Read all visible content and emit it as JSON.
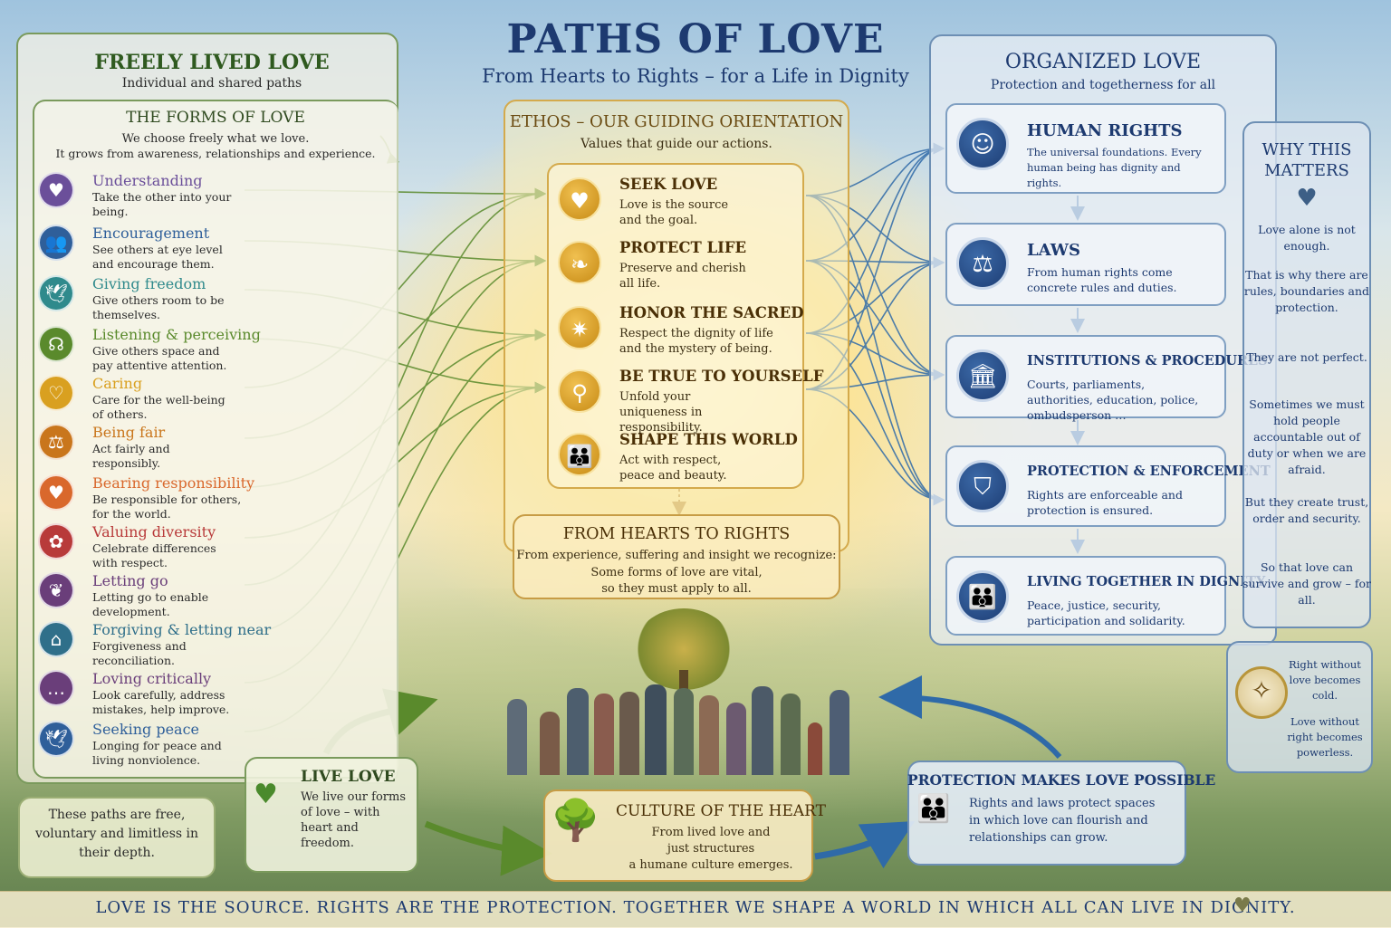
{
  "header": {
    "title": "PATHS OF LOVE",
    "subtitle": "From Hearts to Rights – for a Life in Dignity"
  },
  "left": {
    "title": "FREELY LIVED LOVE",
    "subtitle": "Individual and shared paths",
    "forms_title": "THE FORMS OF LOVE",
    "forms_intro_1": "We choose freely what we love.",
    "forms_intro_2": "It grows from awareness, relationships and experience.",
    "items": [
      {
        "label": "Understanding",
        "desc": "Take the other into your being.",
        "color": "#6b4f9a",
        "icon": "hand-heart-icon",
        "glyph": "♥"
      },
      {
        "label": "Encouragement",
        "desc": "See others at eye level and encourage them.",
        "color": "#2f5f9a",
        "icon": "two-people-icon",
        "glyph": "👥"
      },
      {
        "label": "Giving freedom",
        "desc": "Give others room to be themselves.",
        "color": "#2f8a8c",
        "icon": "bird-icon",
        "glyph": "🕊"
      },
      {
        "label": "Listening & perceiving",
        "desc": "Give others space and pay attentive attention.",
        "color": "#5a8a2c",
        "icon": "ear-icon",
        "glyph": "☊"
      },
      {
        "label": "Caring",
        "desc": "Care for the well-being of others.",
        "color": "#d9a020",
        "icon": "hands-heart-icon",
        "glyph": "♡"
      },
      {
        "label": "Being fair",
        "desc": "Act fairly and responsibly.",
        "color": "#c9761c",
        "icon": "scales-icon",
        "glyph": "⚖"
      },
      {
        "label": "Bearing responsibility",
        "desc": "Be responsible for others, for the world.",
        "color": "#d9682c",
        "icon": "heart-hands-icon",
        "glyph": "♥"
      },
      {
        "label": "Valuing diversity",
        "desc": "Celebrate differences with respect.",
        "color": "#b83a3a",
        "icon": "flower-icon",
        "glyph": "✿"
      },
      {
        "label": "Letting go",
        "desc": "Letting go to enable development.",
        "color": "#6a3e7a",
        "icon": "sprout-icon",
        "glyph": "❦"
      },
      {
        "label": "Forgiving & letting near",
        "desc": "Forgiveness and reconciliation.",
        "color": "#2f6f8a",
        "icon": "house-icon",
        "glyph": "⌂"
      },
      {
        "label": "Loving critically",
        "desc": "Look carefully, address mistakes, help improve.",
        "color": "#6a3e7a",
        "icon": "speech-bubble-icon",
        "glyph": "…"
      },
      {
        "label": "Seeking peace",
        "desc": "Longing for peace and living nonviolence.",
        "color": "#2f5f9a",
        "icon": "dove-icon",
        "glyph": "🕊"
      }
    ]
  },
  "free_note": "These paths are free, voluntary and limitless in their depth.",
  "live_love": {
    "title": "LIVE LOVE",
    "desc": "We live our forms of love – with heart and freedom."
  },
  "ethos": {
    "title": "ETHOS – OUR GUIDING ORIENTATION",
    "subtitle": "Values that guide our actions.",
    "items": [
      {
        "label": "SEEK LOVE",
        "desc": "Love is the source and the goal.",
        "icon": "heart-icon",
        "glyph": "♥"
      },
      {
        "label": "PROTECT LIFE",
        "desc": "Preserve and cherish all life.",
        "icon": "leaf-icon",
        "glyph": "❧"
      },
      {
        "label": "HONOR THE SACRED",
        "desc": "Respect the dignity of life and the mystery of being.",
        "icon": "star-icon",
        "glyph": "✷"
      },
      {
        "label": "BE TRUE TO YOURSELF",
        "desc": "Unfold your uniqueness in responsibility.",
        "icon": "person-icon",
        "glyph": "⚲"
      },
      {
        "label": "SHAPE THIS WORLD",
        "desc": "Act with respect, peace and beauty.",
        "icon": "family-icon",
        "glyph": "👪"
      }
    ]
  },
  "hearts_to_rights": {
    "title": "FROM HEARTS TO RIGHTS",
    "line1": "From experience, suffering and insight we recognize:",
    "line2": "Some forms of love are vital,",
    "line3": "so they must apply to all."
  },
  "culture": {
    "title": "CULTURE OF THE HEART",
    "line1": "From lived love and",
    "line2": "just structures",
    "line3": "a humane culture emerges."
  },
  "right": {
    "title": "ORGANIZED LOVE",
    "subtitle": "Protection and togetherness for all",
    "items": [
      {
        "label": "HUMAN RIGHTS",
        "desc": "The universal foundations. Every human being has dignity and rights.",
        "icon": "person-laurel-icon",
        "glyph": "☺"
      },
      {
        "label": "LAWS",
        "desc": "From human rights come concrete rules and duties.",
        "icon": "scales-icon",
        "glyph": "⚖"
      },
      {
        "label": "INSTITUTIONS & PROCEDURES",
        "desc": "Courts, parliaments, authorities, education, police, ombudsperson …",
        "icon": "building-icon",
        "glyph": "🏛"
      },
      {
        "label": "PROTECTION & ENFORCEMENT",
        "desc": "Rights are enforceable and protection is ensured.",
        "icon": "shield-star-icon",
        "glyph": "⛉"
      },
      {
        "label": "LIVING TOGETHER IN DIGNITY",
        "desc": "Peace, justice, security, participation and solidarity.",
        "icon": "family-icon",
        "glyph": "👪"
      }
    ]
  },
  "why": {
    "title": "WHY THIS MATTERS",
    "p1": "Love alone is not enough.",
    "p2": "That is why there are rules, boundaries and protection.",
    "p3": "They are not perfect.",
    "p4": "Sometimes we must hold people accountable out of duty or when we are afraid.",
    "p5": "But they create trust, order and security.",
    "p6": "So that love can survive and grow – for all."
  },
  "compass": {
    "line1": "Right without love becomes cold.",
    "line2": "Love without right becomes powerless."
  },
  "protection": {
    "title": "PROTECTION MAKES LOVE POSSIBLE",
    "desc": "Rights and laws protect spaces in which love can flourish and relationships can grow."
  },
  "footer": {
    "text": "LOVE IS THE SOURCE.    RIGHTS ARE THE PROTECTION.    TOGETHER WE SHAPE A WORLD IN WHICH ALL CAN LIVE IN DIGNITY."
  },
  "colors": {
    "green": "#5a8a2c",
    "blue": "#2f6aa8",
    "gold": "#c79c45",
    "navy": "#1d3a70"
  }
}
